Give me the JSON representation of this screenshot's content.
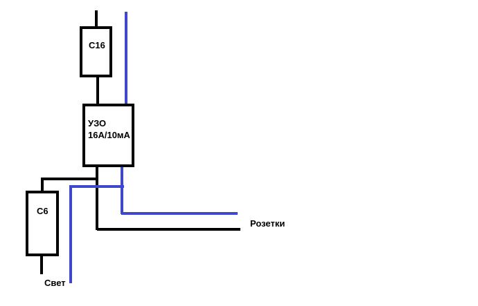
{
  "diagram": {
    "breaker_main": {
      "label": "C16"
    },
    "rcd": {
      "line1": "УЗО",
      "line2": "16A/10мA"
    },
    "breaker_light": {
      "label": "C6"
    },
    "outputs": {
      "sockets": "Розетки",
      "light": "Свет"
    },
    "colors": {
      "phase": "#000000",
      "neutral": "#3f48cc"
    }
  }
}
